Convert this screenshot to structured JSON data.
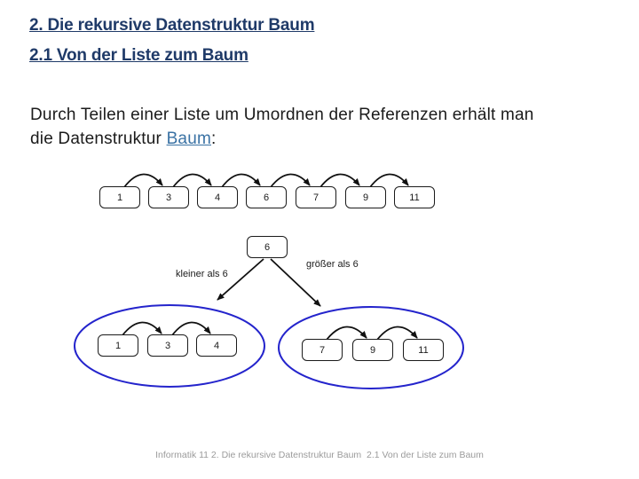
{
  "slide": {
    "title1": "2. Die rekursive Datenstruktur Baum",
    "title2": "2.1 Von der Liste zum Baum",
    "body_line1": "Durch Teilen einer Liste um Umordnen der Referenzen erhält man",
    "body_line2_pre": "die Datenstruktur ",
    "body_link": "Baum",
    "body_line2_post": ":",
    "footer": "Informatik 11 2. Die rekursive Datenstruktur Baum  2.1 Von der Liste zum Baum"
  },
  "diagram": {
    "list_nodes": [
      "1",
      "3",
      "4",
      "6",
      "7",
      "9",
      "11"
    ],
    "root_value": "6",
    "label_left": "kleiner als 6",
    "label_right": "größer als 6",
    "left_subtree_nodes": [
      "1",
      "3",
      "4"
    ],
    "right_subtree_nodes": [
      "7",
      "9",
      "11"
    ]
  },
  "colors": {
    "title": "#1f3a68",
    "body_text": "#1b1b1b",
    "link": "#3a72a4",
    "footer": "#9b9b9b",
    "node_border": "#1b1b1b",
    "arrow": "#111111",
    "ellipse": "#2424cc"
  }
}
